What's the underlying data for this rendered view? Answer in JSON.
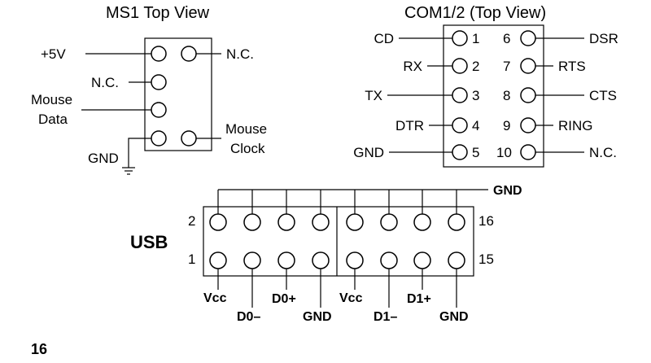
{
  "page_number": "16",
  "ms1": {
    "title": "MS1 Top View",
    "labels": {
      "plus5v": "+5V",
      "nc_right": "N.C.",
      "nc_left": "N.C.",
      "mouse_data_1": "Mouse",
      "mouse_data_2": "Data",
      "mouse_clock_1": "Mouse",
      "mouse_clock_2": "Clock",
      "gnd": "GND"
    }
  },
  "com": {
    "title": "COM1/2 (Top View)",
    "left_signals": [
      "CD",
      "RX",
      "TX",
      "DTR",
      "GND"
    ],
    "left_pins": [
      "1",
      "2",
      "3",
      "4",
      "5"
    ],
    "right_pins": [
      "6",
      "7",
      "8",
      "9",
      "10"
    ],
    "right_signals": [
      "DSR",
      "RTS",
      "CTS",
      "RING",
      "N.C."
    ]
  },
  "usb": {
    "title": "USB",
    "gnd_top": "GND",
    "row_top_left": "2",
    "row_bottom_left": "1",
    "row_top_right": "16",
    "row_bottom_right": "15",
    "bottom_labels": {
      "vcc0": "Vcc",
      "d0m": "D0–",
      "d0p": "D0+",
      "gnd0": "GND",
      "vcc1": "Vcc",
      "d1m": "D1–",
      "d1p": "D1+",
      "gnd1": "GND"
    }
  }
}
